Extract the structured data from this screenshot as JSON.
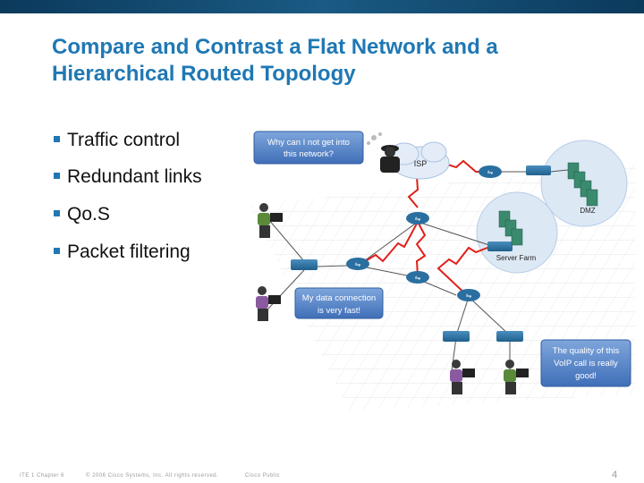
{
  "title": {
    "line1": "Compare and Contrast a Flat Network and a",
    "line2": "Hierarchical Routed Topology"
  },
  "bullets": [
    "Traffic control",
    "Redundant links",
    "Qo.S",
    "Packet filtering"
  ],
  "diagram": {
    "callout_top_line1": "Why can I not get into",
    "callout_top_line2": "this network?",
    "isp_label": "ISP",
    "dmz_label": "DMZ",
    "server_farm_label": "Server Farm",
    "callout_mid_line1": "My data connection",
    "callout_mid_line2": "is very fast!",
    "callout_right_line1": "The quality of this",
    "callout_right_line2": "VoIP call is really",
    "callout_right_line3": "good!"
  },
  "footer": {
    "left": "ITE 1 Chapter 6",
    "copyright": "© 2006 Cisco Systems, Inc. All rights reserved.",
    "classification": "Cisco Public",
    "page": "4"
  },
  "colors": {
    "brand_bar": "#0b3a5c",
    "title": "#1f78b4",
    "bullet_mark": "#1f78b4",
    "callout": "#4a7fc0",
    "wan_link": "#e0201a",
    "router": "#2a6fa0"
  }
}
